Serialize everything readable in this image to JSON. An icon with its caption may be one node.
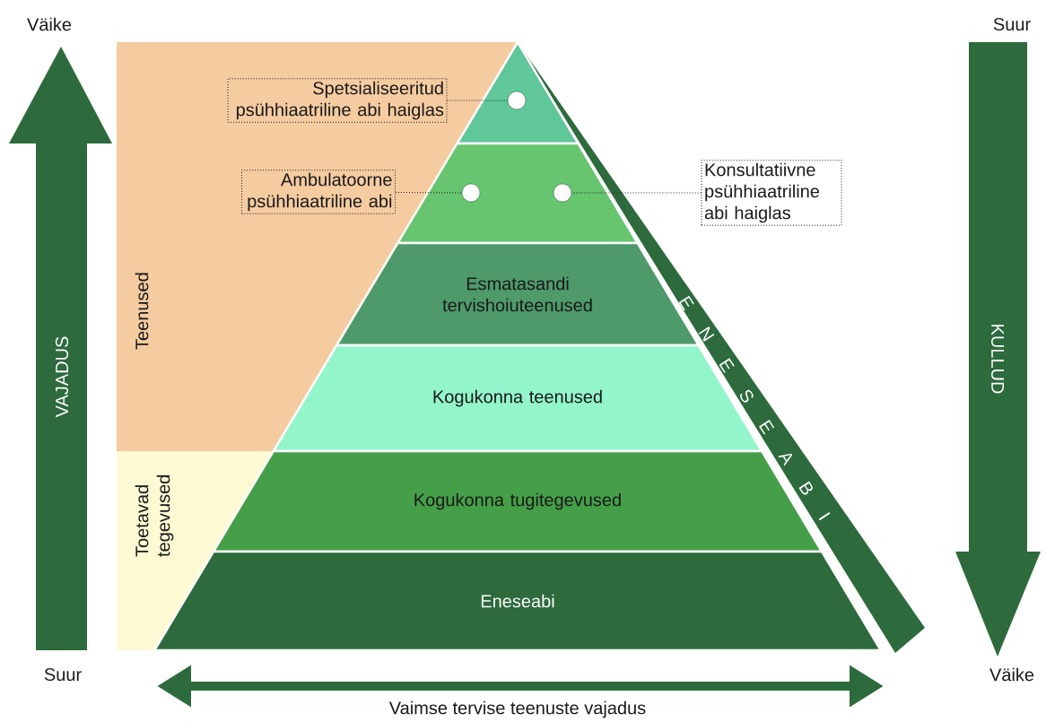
{
  "diagram": {
    "nodes": [
      {
        "text": [
          "Teenused"
        ]
      },
      {
        "text": [
          "Spetsialiseeritud psühhiaatriline abi haiglas"
        ],
        "in": 0
      },
      {
        "text": [
          "Ambulatoorne psühhiaatriline abi"
        ],
        "in": 0
      },
      {
        "text": [
          "Toetavad tegevused"
        ]
      },
      {
        "text": [],
        "shape": "triangle"
      },
      {
        "text": [],
        "shape": "circle",
        "in": 4
      },
      {
        "text": [],
        "shape": "trapezoid"
      },
      {
        "text": [],
        "shape": "circle",
        "in": 6
      },
      {
        "text": [],
        "shape": "circle",
        "in": 6
      },
      {
        "text": [
          "Konsultatiivne psühhiaatriline abi haiglas"
        ]
      },
      {
        "text": [
          "Esmatasandi tervishoiuteenused"
        ]
      },
      {
        "text": [
          "Kogukonna teenused"
        ]
      },
      {
        "text": [
          "Kogukonna tugitegevused"
        ]
      },
      {
        "text": [
          "Eneseabi"
        ]
      },
      {
        "text": [
          "E N E S E A B I"
        ]
      }
    ],
    "edges": [
      {
        "from": 1,
        "to": 5,
        "arrow": "none"
      },
      {
        "from": 2,
        "to": 7,
        "arrow": "none"
      },
      {
        "from": 9,
        "to": 8,
        "arrow": "none"
      }
    ],
    "labels": [
      "Väike",
      "Suur",
      "VAJADUS",
      "KULLUD",
      "Suur",
      "Väike",
      "Vaimse tervise teenuste vajadus"
    ]
  }
}
